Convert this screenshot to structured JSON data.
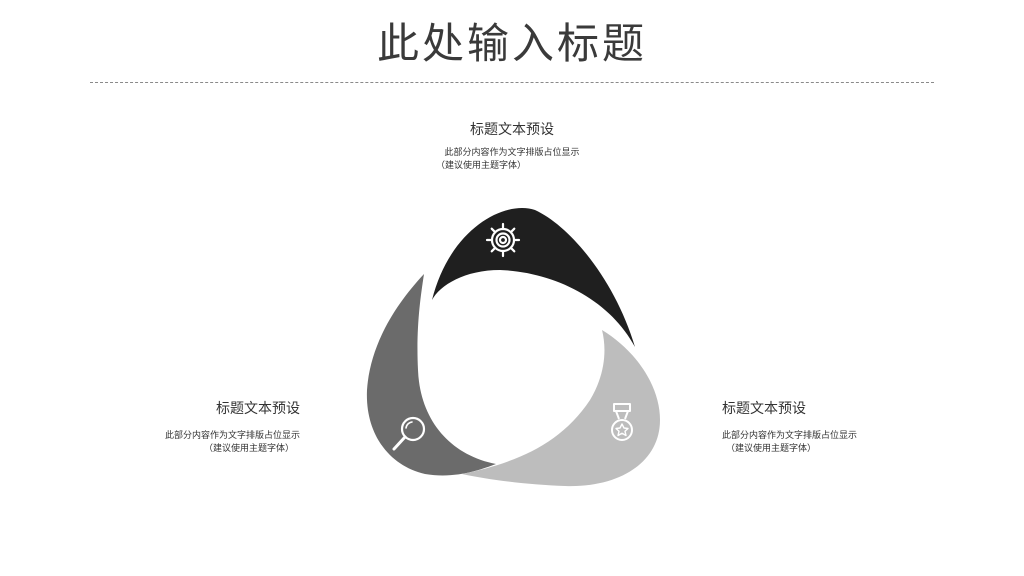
{
  "slide": {
    "title": "此处输入标题"
  },
  "blocks": {
    "top": {
      "heading": "标题文本预设",
      "body_line1": "此部分内容作为文字排版占位显示",
      "body_line2": "（建议使用主题字体）"
    },
    "left": {
      "heading": "标题文本预设",
      "body_line1": "此部分内容作为文字排版占位显示",
      "body_line2": "（建议使用主题字体）"
    },
    "right": {
      "heading": "标题文本预设",
      "body_line1": "此部分内容作为文字排版占位显示",
      "body_line2": "（建议使用主题字体）"
    }
  },
  "diagram": {
    "segments": [
      {
        "position": "top",
        "color": "#1f1f1f",
        "icon": "gear-icon"
      },
      {
        "position": "left",
        "color": "#6b6b6b",
        "icon": "search-icon"
      },
      {
        "position": "right",
        "color": "#bdbdbd",
        "icon": "medal-icon"
      }
    ]
  }
}
